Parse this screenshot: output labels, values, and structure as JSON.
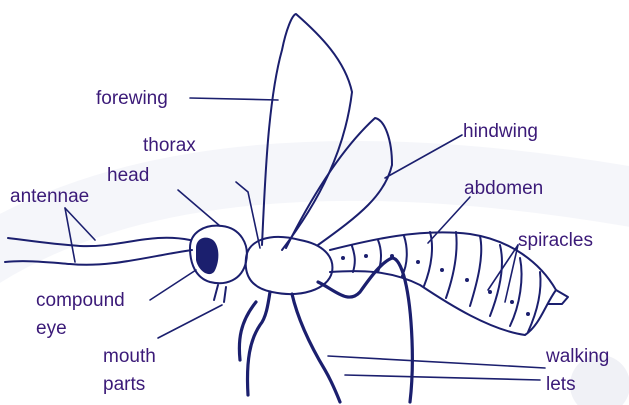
{
  "colors": {
    "ink": "#1b1f6e",
    "label": "#3b1a78",
    "background": "#ffffff"
  },
  "labels": {
    "forewing": "forewing",
    "hindwing": "hindwing",
    "thorax": "thorax",
    "head": "head",
    "antennae": "antennae",
    "abdomen": "abdomen",
    "spiracles": "spiracles",
    "compound_eye_line1": "compound",
    "compound_eye_line2": "eye",
    "mouth_parts_line1": "mouth",
    "mouth_parts_line2": "parts",
    "walking_legs_line1": "walking",
    "walking_legs_line2": "lets"
  }
}
